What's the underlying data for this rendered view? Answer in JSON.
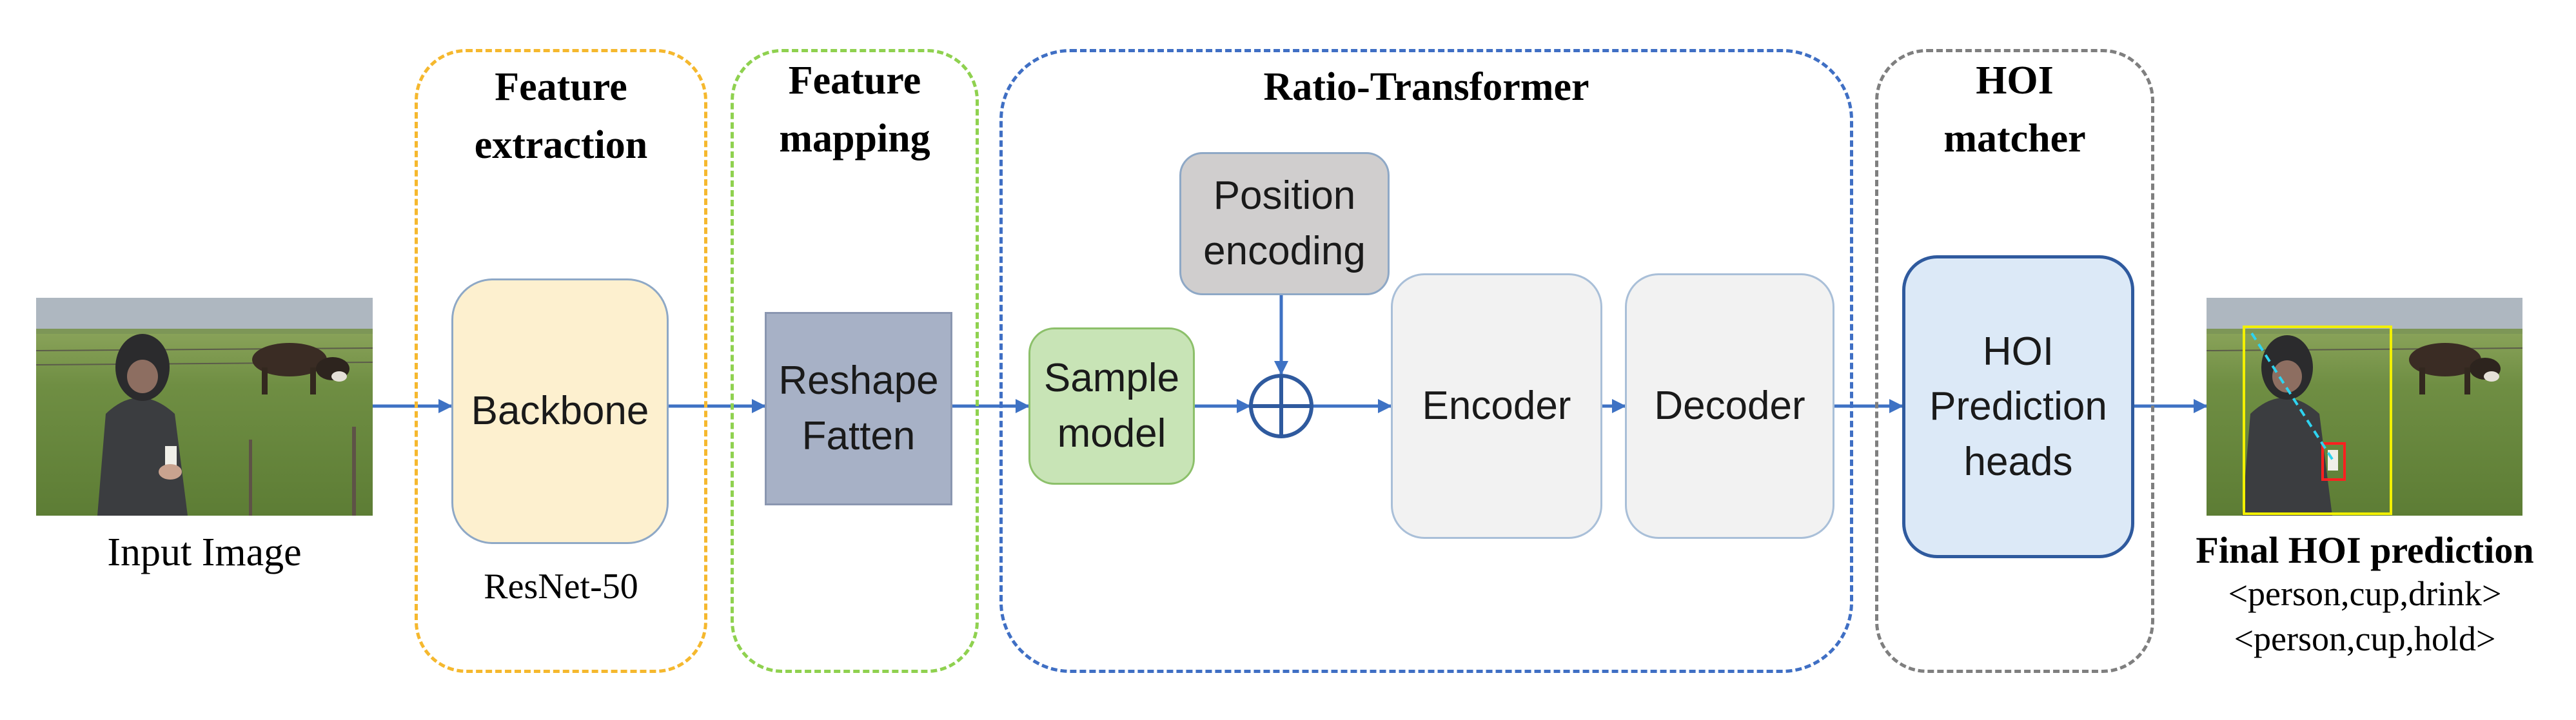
{
  "input": {
    "caption": "Input Image"
  },
  "stages": {
    "feature_extraction": {
      "title_line1": "Feature",
      "title_line2": "extraction",
      "backbone_label": "Backbone",
      "sublabel": "ResNet-50"
    },
    "feature_mapping": {
      "title_line1": "Feature",
      "title_line2": "mapping",
      "box_line1": "Reshape",
      "box_line2": "Fatten"
    },
    "ratio_transformer": {
      "title": "Ratio-Transformer",
      "sample_line1": "Sample",
      "sample_line2": "model",
      "position_line1": "Position",
      "position_line2": "encoding",
      "encoder": "Encoder",
      "decoder": "Decoder"
    },
    "hoi_matcher": {
      "title_line1": "HOI",
      "title_line2": "matcher",
      "box_line1": "HOI",
      "box_line2": "Prediction",
      "box_line3": "heads"
    }
  },
  "output": {
    "title": "Final HOI prediction",
    "triplet1": "<person,cup,drink>",
    "triplet2": "<person,cup,hold>"
  },
  "colors": {
    "feature_extraction_border": "#f5b82e",
    "feature_mapping_border": "#8fd14f",
    "ratio_transformer_border": "#3f6fc4",
    "hoi_matcher_border": "#7f7f7f",
    "backbone_fill": "#fdf0cf",
    "reshape_fill": "#a7b1c6",
    "sample_fill": "#c8e4b6",
    "position_fill": "#d0cece",
    "encdec_fill": "#f2f2f2",
    "hoi_fill": "#dce9f7",
    "arrow": "#3e72c4"
  }
}
